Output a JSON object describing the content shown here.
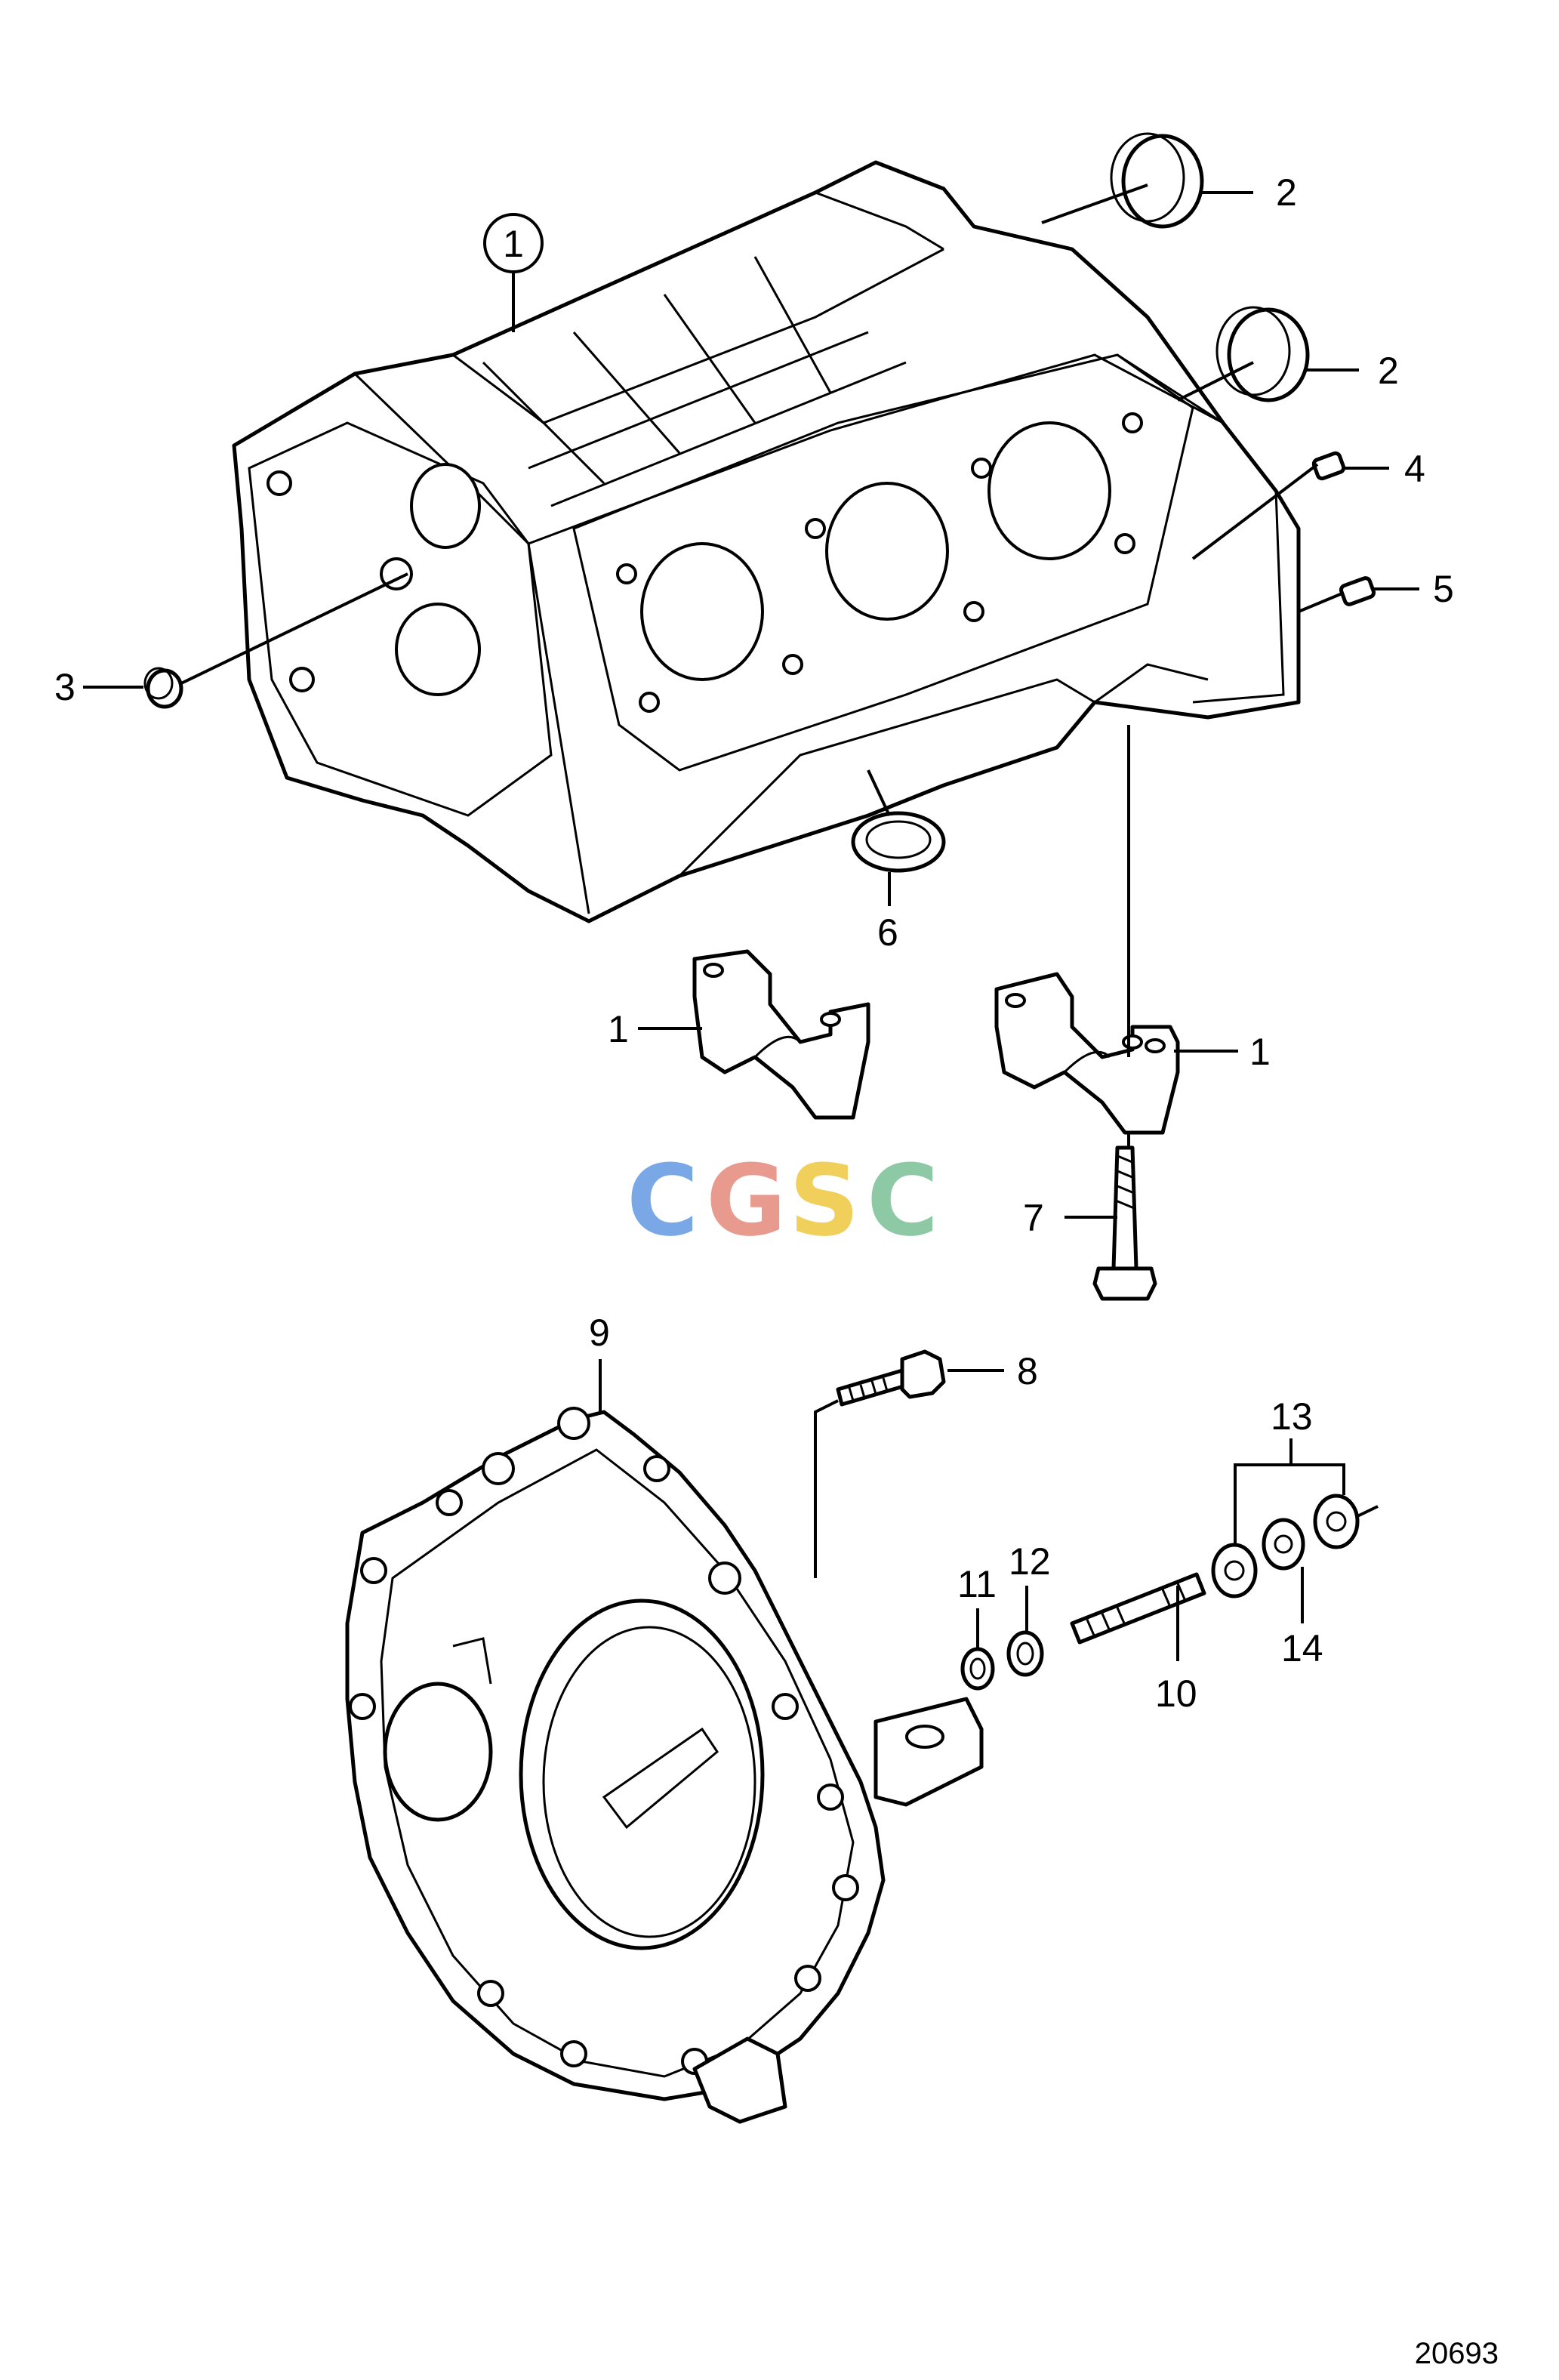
{
  "callouts": {
    "c1_top": "1",
    "c2_a": "2",
    "c2_b": "2",
    "c3": "3",
    "c4": "4",
    "c5": "5",
    "c6": "6",
    "c1_left": "1",
    "c1_right": "1",
    "c7": "7",
    "c8": "8",
    "c9": "9",
    "c10": "10",
    "c11": "11",
    "c12": "12",
    "c13": "13",
    "c14": "14"
  },
  "watermark": {
    "letters": [
      "C",
      "G",
      "S",
      "C"
    ],
    "colors": [
      "#7aa7e6",
      "#e99a8f",
      "#f0cf5a",
      "#8dc9a4"
    ]
  },
  "reference_number": "20693"
}
